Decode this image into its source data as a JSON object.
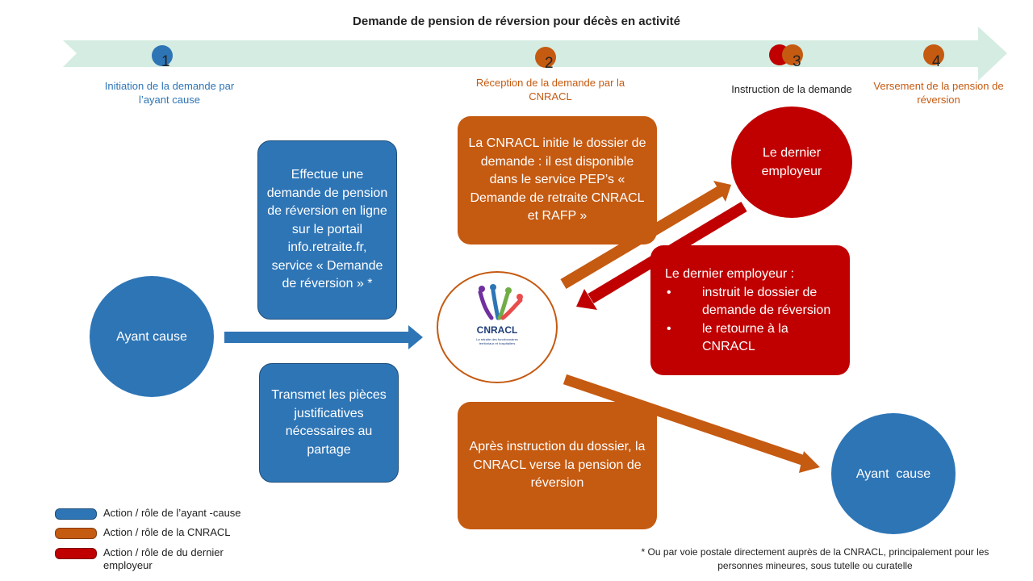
{
  "title": "Demande de pension de réversion pour décès en activité",
  "colors": {
    "timeline": "#d4ece1",
    "ayant_cause": "#2e75b6",
    "cnracl": "#c55a11",
    "employeur": "#c00000"
  },
  "steps": [
    {
      "number": "1",
      "label": "Initiation de la demande par l’ayant cause"
    },
    {
      "number": "2",
      "label": "Réception de la demande par la CNRACL"
    },
    {
      "number": "3",
      "label": "Instruction de la demande"
    },
    {
      "number": "4",
      "label": "Versement de la pension de réversion"
    }
  ],
  "boxes": {
    "effectue": "Effectue une demande de pension de réversion en ligne sur le portail info.retraite.fr, service « Demande de réversion » *",
    "transmet": "Transmet les pièces justificatives nécessaires au partage",
    "cnracl_initie": "La CNRACL initie le dossier de demande : il est disponible dans le service PEP’s « Demande de retraite CNRACL et RAFP »",
    "apres_instruction": "Après instruction du dossier, la CNRACL verse la pension de réversion",
    "employeur_title": "Le dernier employeur :",
    "employeur_bullets": [
      "instruit le dossier de demande de réversion",
      "le retourne à la CNRACL"
    ]
  },
  "circles": {
    "ayant_cause_left": "Ayant cause",
    "ayant_cause_right": "Ayant  cause",
    "dernier_employeur": "Le dernier employeur"
  },
  "logo": {
    "name": "CNRACL",
    "tagline": "La retraite des fonctionnaires territoriaux et hospitaliers"
  },
  "legend": [
    {
      "label": "Action / rôle de l’ayant -cause",
      "color": "#2e75b6"
    },
    {
      "label": "Action / rôle de la CNRACL",
      "color": "#c55a11"
    },
    {
      "label": "Action / rôle de du dernier employeur",
      "color": "#c00000"
    }
  ],
  "footnote": "* Ou par voie postale directement auprès de la CNRACL, principalement pour les personnes mineures, sous tutelle ou curatelle"
}
